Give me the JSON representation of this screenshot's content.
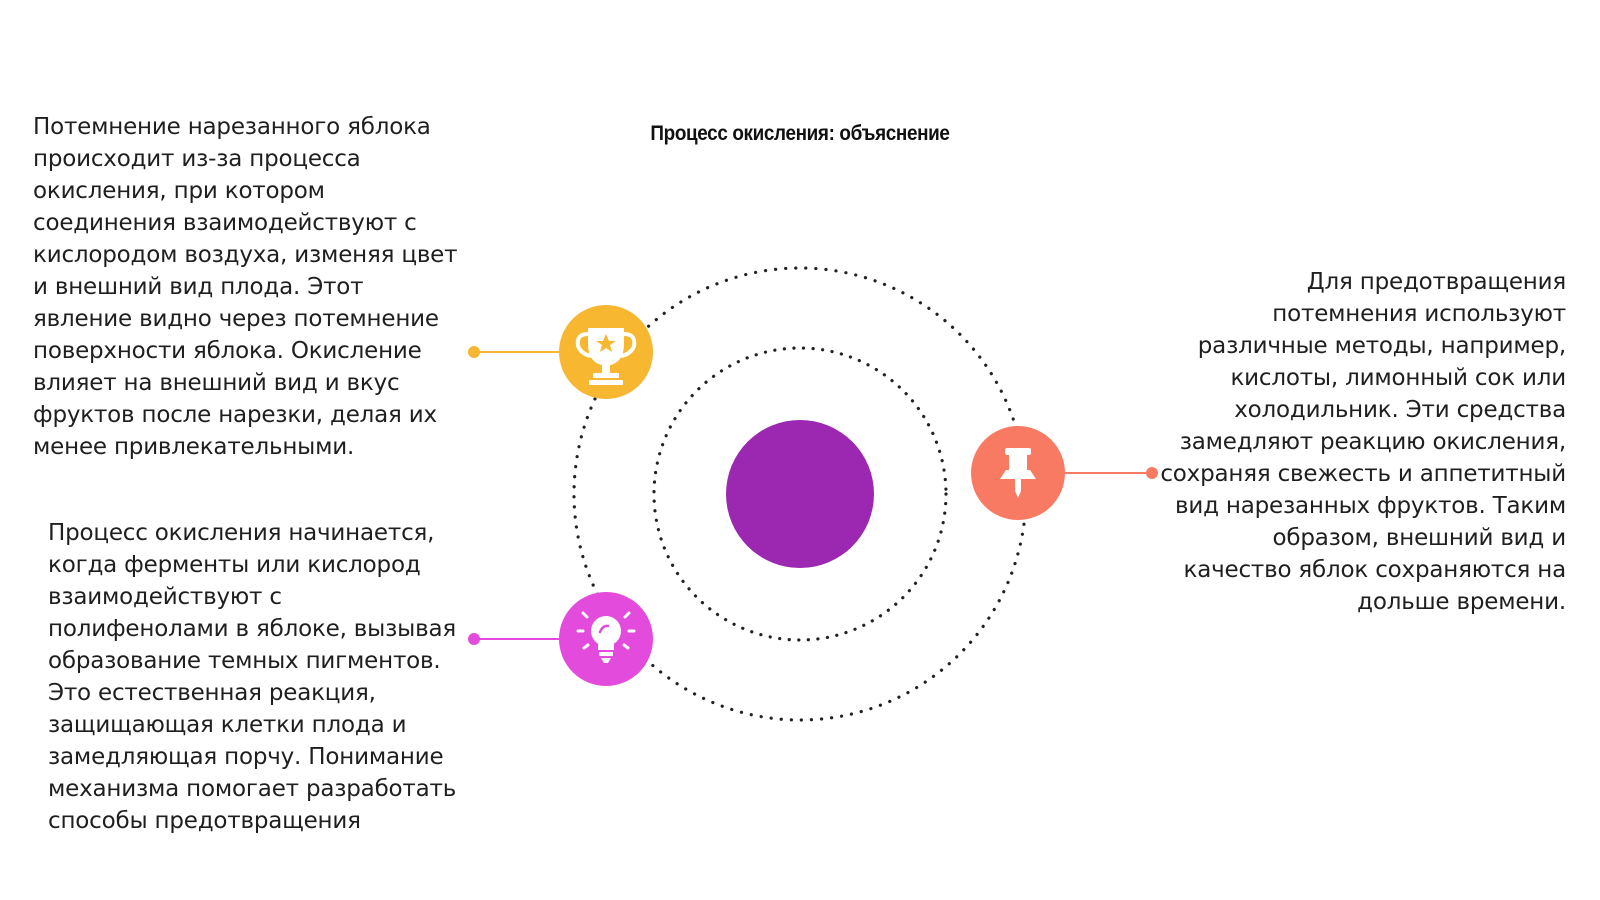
{
  "title": "Процесс окисления: объяснение",
  "left_top_text": "Потемнение нарезанного яблока происходит из-за процесса окисления, при котором соединения взаимодействуют с кислородом воздуха, изменяя цвет и внешний вид плода. Этот явление видно через потемнение поверхности яблока. Окисление влияет на внешний вид и вкус фруктов после нарезки, делая их менее привлекательными.",
  "left_bottom_text": "Процесс окисления начинается, когда ферменты или кислород взаимодействуют с полифенолами в яблоке, вызывая образование темных пигментов. Это естественная реакция, защищающая клетки плода и замедляющая порчу. Понимание механизма помогает разработать способы предотвращения",
  "right_text": "Для предотвращения потемнения используют различные методы, например, кислоты, лимонный сок или холодильник. Эти средства замедляют реакцию окисления, сохраняя свежесть и аппетитный вид нарезанных фруктов. Таким образом, внешний вид и качество яблок сохраняются на дольше времени.",
  "nodes": [
    {
      "icon": "trophy-icon",
      "color": "#F7B731"
    },
    {
      "icon": "pushpin-icon",
      "color": "#F97A63"
    },
    {
      "icon": "lightbulb-icon",
      "color": "#E24BDC"
    }
  ],
  "center_color": "#9C27B0"
}
